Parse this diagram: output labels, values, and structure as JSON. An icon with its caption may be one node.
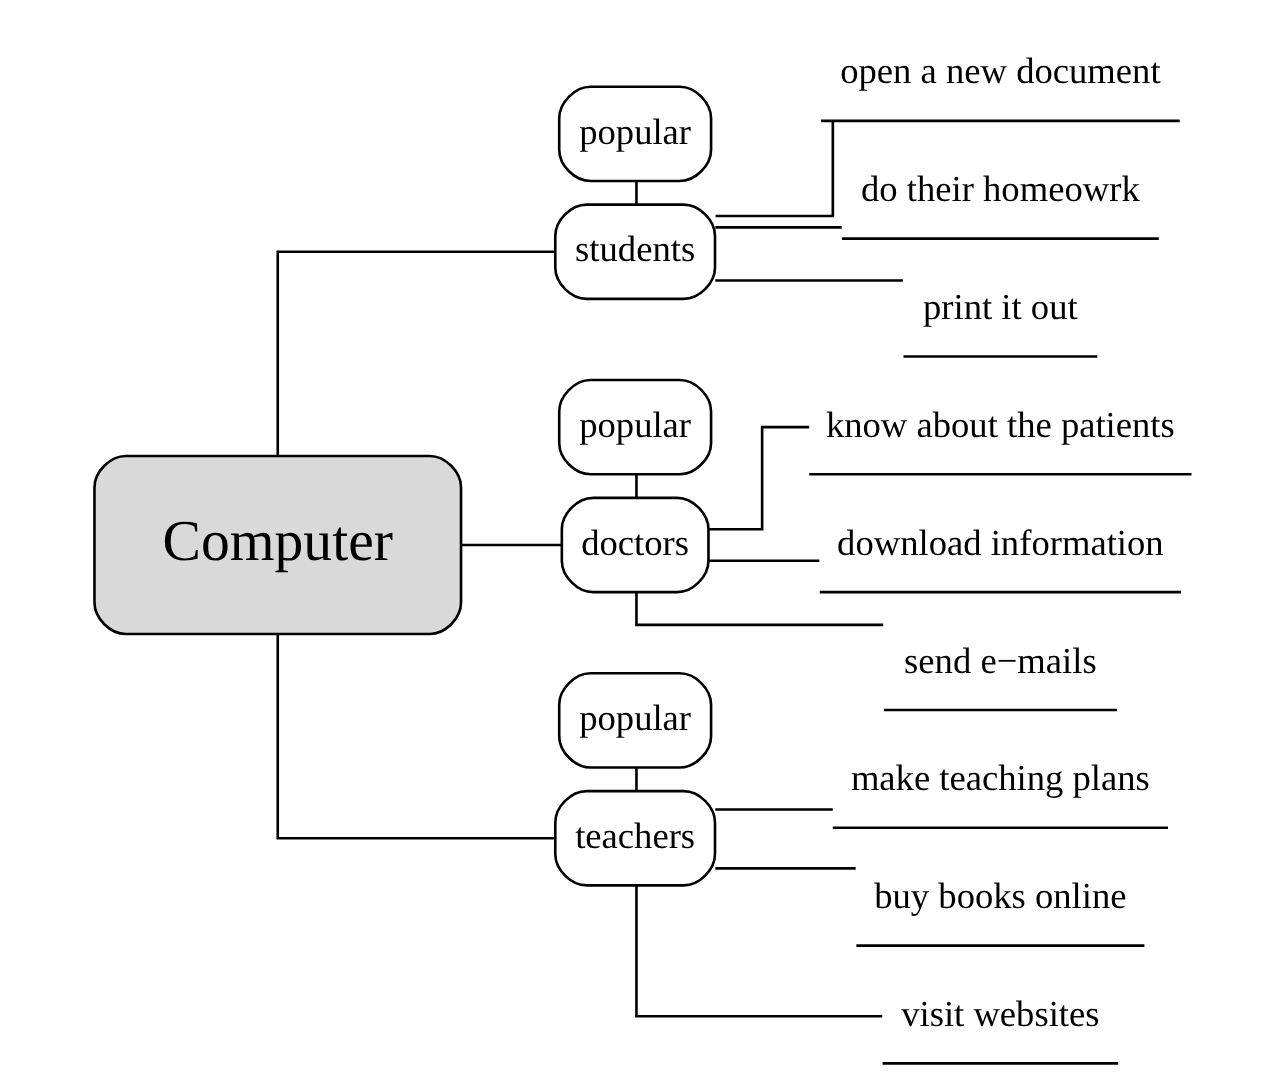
{
  "diagram": {
    "nodes": [
      {
        "text": [
          "Computer"
        ]
      },
      {
        "text": [
          "popular"
        ]
      },
      {
        "text": [
          "students"
        ]
      },
      {
        "text": [
          "open a new document"
        ]
      },
      {
        "text": [
          "do their homeowrk"
        ]
      },
      {
        "text": [
          "print it out"
        ]
      },
      {
        "text": [
          "popular"
        ]
      },
      {
        "text": [
          "doctors"
        ]
      },
      {
        "text": [
          "know about the patients"
        ]
      },
      {
        "text": [
          "download information"
        ]
      },
      {
        "text": [
          "send e−mails"
        ]
      },
      {
        "text": [
          "popular"
        ]
      },
      {
        "text": [
          "teachers"
        ]
      },
      {
        "text": [
          "make teaching plans"
        ]
      },
      {
        "text": [
          "buy books online"
        ]
      },
      {
        "text": [
          "visit websites"
        ]
      }
    ],
    "edges": [
      {
        "from": 0,
        "to": 2,
        "arrow": "none"
      },
      {
        "from": 1,
        "to": 2,
        "arrow": "none"
      },
      {
        "from": 2,
        "to": 3,
        "arrow": "none"
      },
      {
        "from": 2,
        "to": 4,
        "arrow": "none"
      },
      {
        "from": 2,
        "to": 5,
        "arrow": "none"
      },
      {
        "from": 0,
        "to": 7,
        "arrow": "none"
      },
      {
        "from": 6,
        "to": 7,
        "arrow": "none"
      },
      {
        "from": 7,
        "to": 8,
        "arrow": "none"
      },
      {
        "from": 7,
        "to": 9,
        "arrow": "none"
      },
      {
        "from": 7,
        "to": 10,
        "arrow": "none"
      },
      {
        "from": 0,
        "to": 12,
        "arrow": "none"
      },
      {
        "from": 11,
        "to": 12,
        "arrow": "none"
      },
      {
        "from": 12,
        "to": 13,
        "arrow": "none"
      },
      {
        "from": 12,
        "to": 14,
        "arrow": "none"
      },
      {
        "from": 12,
        "to": 15,
        "arrow": "none"
      }
    ]
  }
}
